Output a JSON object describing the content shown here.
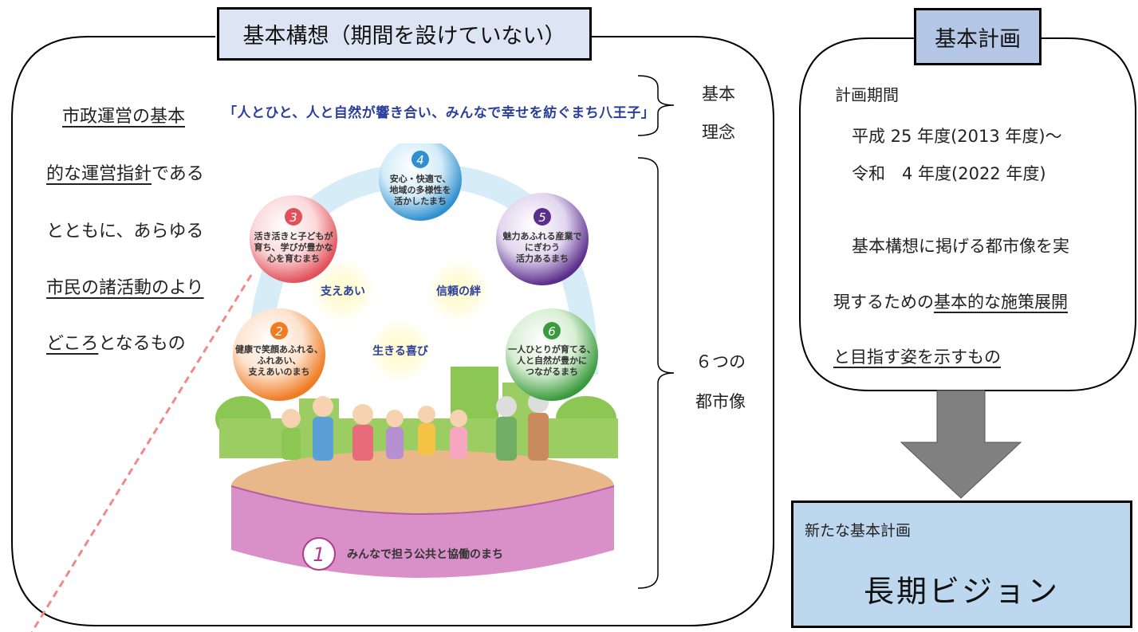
{
  "left_panel": {
    "title": "基本構想（期間を設けていない）",
    "desc": {
      "line1": "市政運営の基本",
      "line2_u": "的な運営指針",
      "line2_rest": "である",
      "line3": "とともに、あらゆる",
      "line4": "市民の諸活動のより",
      "line5_u": "どころ",
      "line5_rest": "となるもの"
    },
    "motto": "「人とひと、人と自然が響き合い、みんなで幸せを紡ぐまち八王子」",
    "label_philosophy_1": "基本",
    "label_philosophy_2": "理念",
    "label_city_1": "６つの",
    "label_city_2": "都市像",
    "illustration": {
      "circles": [
        {
          "num": "1",
          "text": "みんなで担う公共と協働のまち",
          "color": "#b23a8d"
        },
        {
          "num": "2",
          "lines": [
            "健康で笑顔あふれる、",
            "ふれあい、",
            "支えあいのまち"
          ],
          "color": "#ef7b22"
        },
        {
          "num": "3",
          "lines": [
            "活き活きと子どもが",
            "育ち、学びが豊かな",
            "心を育むまち"
          ],
          "color": "#e2515b"
        },
        {
          "num": "4",
          "lines": [
            "安心・快適で、",
            "地域の多様性を",
            "活かしたまち"
          ],
          "color": "#2f8fcf"
        },
        {
          "num": "5",
          "lines": [
            "魅力あふれる産業で",
            "にぎわう",
            "活力あるまち"
          ],
          "color": "#5b2e8c"
        },
        {
          "num": "6",
          "lines": [
            "一人ひとりが育てる、",
            "人と自然が豊かに",
            "つながるまち"
          ],
          "color": "#3a9a3e"
        }
      ],
      "center_words": [
        "支えあい",
        "信頼の絆",
        "生きる喜び"
      ]
    }
  },
  "right_panel": {
    "title": "基本計画",
    "period_label": "計画期間",
    "period_from": "平成 25 年度(2013 年度)～",
    "period_to": "令和　4 年度(2022 年度)",
    "desc": {
      "line1": "基本構想に掲げる都市像を実",
      "line2_plain": "現するための",
      "line2_u": "基本的な施策展開",
      "line3_u": "と目指す姿を示すもの"
    }
  },
  "new_plan": {
    "label": "新たな基本計画",
    "title": "長期ビジョン"
  },
  "colors": {
    "title_bg": "#dde5f4",
    "right_title_bg": "#b4c7e7",
    "new_plan_bg": "#bdd7ee",
    "arrow": "#808080",
    "dashed_line": "#f08a8a"
  }
}
